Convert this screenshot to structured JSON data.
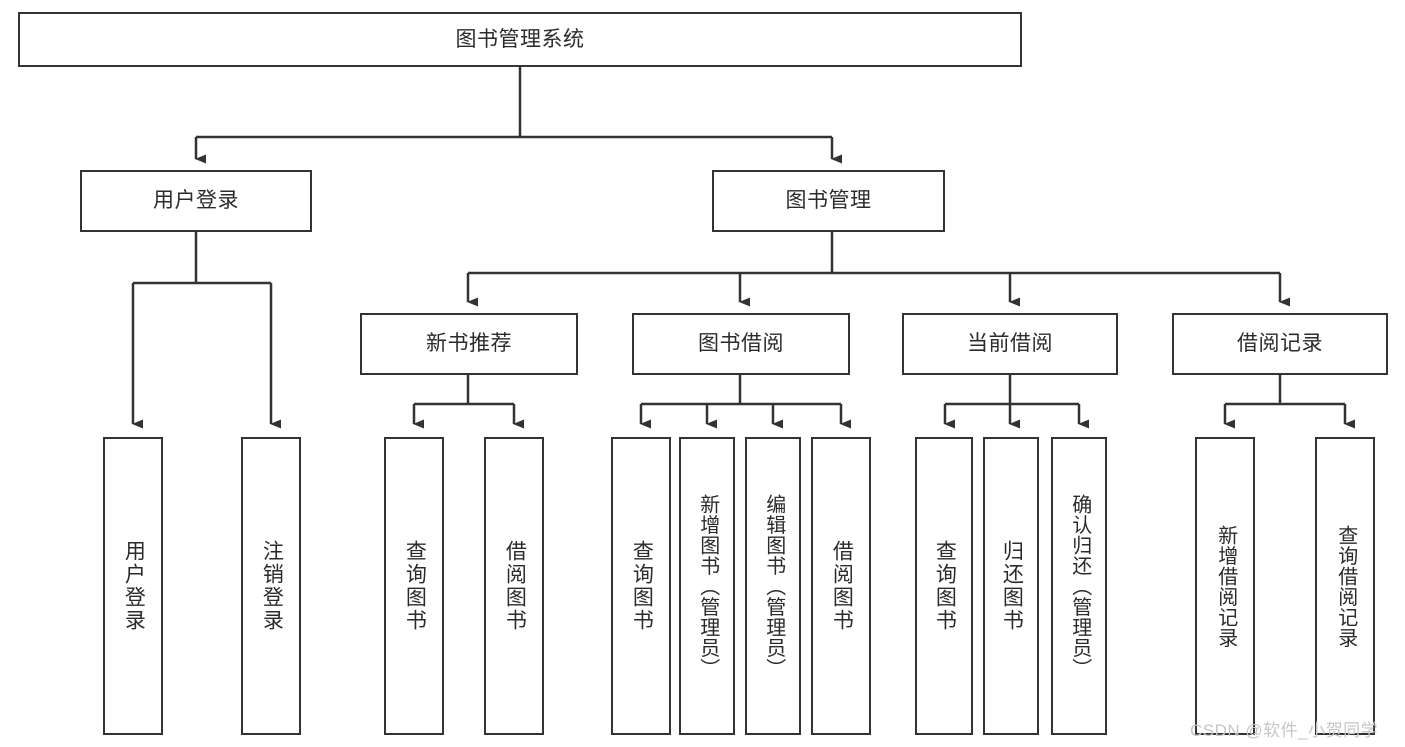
{
  "diagram": {
    "title": "图书管理系统",
    "type": "hierarchy-tree",
    "root": {
      "label": "图书管理系统"
    },
    "level2": [
      {
        "label": "用户登录"
      },
      {
        "label": "图书管理"
      }
    ],
    "level3": [
      {
        "label": "新书推荐"
      },
      {
        "label": "图书借阅"
      },
      {
        "label": "当前借阅"
      },
      {
        "label": "借阅记录"
      }
    ],
    "leaves": {
      "user_login": [
        {
          "label": "用户登录"
        },
        {
          "label": "注销登录"
        }
      ],
      "new_book_recommend": [
        {
          "label": "查询图书"
        },
        {
          "label": "借阅图书"
        }
      ],
      "book_borrow": [
        {
          "label": "查询图书"
        },
        {
          "label": "新增图书（管理员）"
        },
        {
          "label": "编辑图书（管理员）"
        },
        {
          "label": "借阅图书"
        }
      ],
      "current_borrow": [
        {
          "label": "查询图书"
        },
        {
          "label": "归还图书"
        },
        {
          "label": "确认归还（管理员）"
        }
      ],
      "borrow_record": [
        {
          "label": "新增借阅记录"
        },
        {
          "label": "查询借阅记录"
        }
      ]
    }
  },
  "watermark": {
    "text": "CSDN @软件_小贺同学"
  },
  "colors": {
    "stroke": "#333333",
    "text": "#2b2b2b",
    "background": "#ffffff",
    "watermark": "#c6c6c6"
  }
}
